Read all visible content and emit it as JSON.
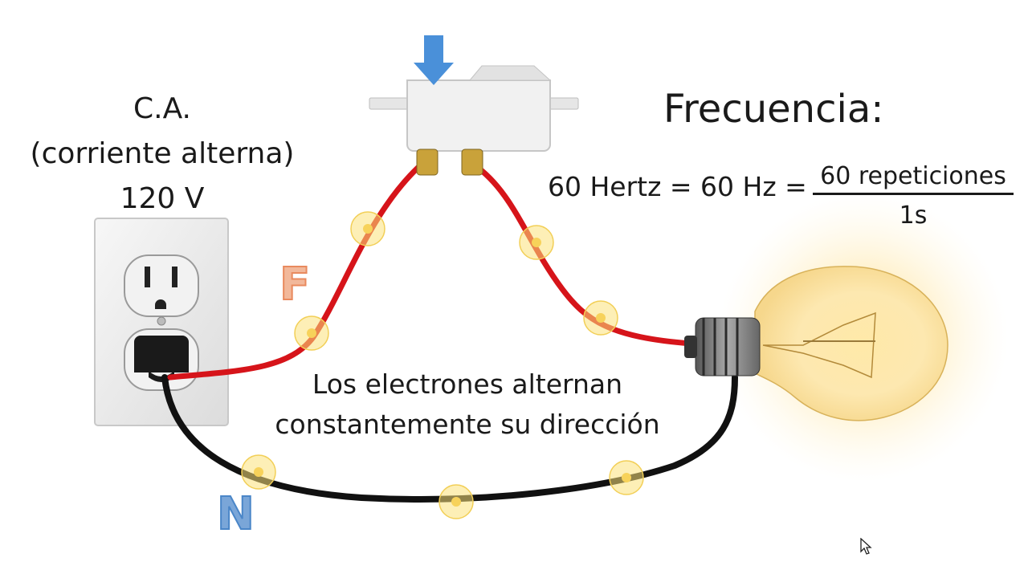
{
  "source": {
    "title_lines": [
      "C.A.",
      "(corriente alterna)",
      "120 V"
    ]
  },
  "frequency": {
    "title": "Frecuencia:",
    "equation": "60 Hertz = 60 Hz =",
    "numerator": "60 repeticiones",
    "denominator": "1s"
  },
  "electrons_text": [
    "Los electrones alternan",
    "constantemente su dirección"
  ],
  "wire_labels": {
    "phase": "F",
    "neutral": "N"
  },
  "colors": {
    "phase_wire": "#d6141a",
    "neutral_wire": "#111111",
    "electron": "#fbe27a",
    "arrow": "#4a90d9",
    "phase_label": "#e98a5e",
    "neutral_label": "#4a86c8"
  }
}
